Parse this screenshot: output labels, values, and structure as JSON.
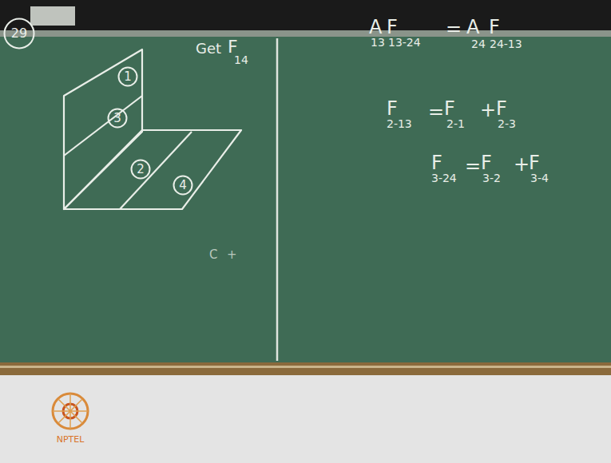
{
  "diagram": {
    "nodes": [
      {
        "text": [
          "29"
        ]
      },
      {
        "text": [
          "1"
        ]
      },
      {
        "text": [
          "3"
        ]
      },
      {
        "text": [
          "2"
        ]
      },
      {
        "text": [
          "4"
        ]
      }
    ],
    "labels": [
      "Get",
      "F",
      "14",
      "C",
      "+",
      "A",
      "13",
      "F",
      "13-24",
      "=",
      "A",
      "24",
      "F",
      "24-13",
      "F",
      "2-13",
      "=",
      "F",
      "2-1",
      "+",
      "F",
      "2-3",
      "F",
      "3-24",
      "=",
      "F",
      "3-2",
      "+",
      "F",
      "3-4",
      "NPTEL"
    ]
  }
}
